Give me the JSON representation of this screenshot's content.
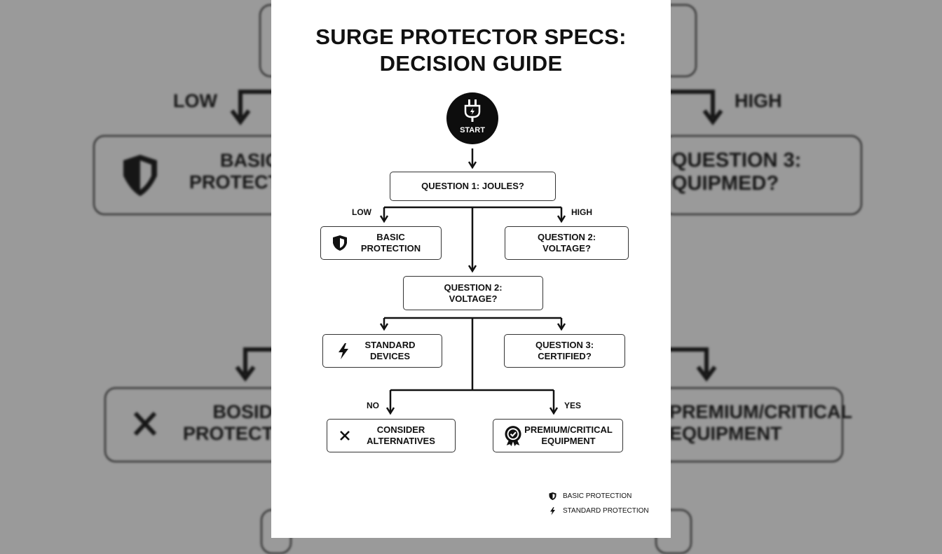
{
  "title": {
    "line1": "SURGE PROTECTOR SPECS:",
    "line2": "DECISION GUIDE"
  },
  "start": {
    "label": "START",
    "icon": "plug-icon"
  },
  "q1": {
    "label": "QUESTION 1: JOULES?",
    "branch_left": "LOW",
    "branch_right": "HIGH"
  },
  "basic": {
    "label": "BASIC\nPROTECTION",
    "icon": "shield-icon"
  },
  "q2_right": {
    "label": "QUESTION 2:\nVOLTAGE?"
  },
  "q2_center": {
    "label": "QUESTION 2:\nVOLTAGE?"
  },
  "standard": {
    "label": "STANDARD\nDEVICES",
    "icon": "lightning-icon"
  },
  "q3": {
    "label": "QUESTION 3:\nCERTIFIED?",
    "branch_left": "NO",
    "branch_right": "YES"
  },
  "consider": {
    "label": "CONSIDER\nALTERNATIVES",
    "icon": "close-icon"
  },
  "premium": {
    "label": "PREMIUM/CRITICAL\nEQUIPMENT",
    "icon": "badge-check-icon"
  },
  "legend": [
    {
      "icon": "shield-icon",
      "label": "BASIC PROTECTION"
    },
    {
      "icon": "lightning-icon",
      "label": "STANDARD PROTECTION"
    }
  ],
  "background": {
    "low": "LOW",
    "high": "HIGH",
    "basic_protect": "BASIC\nPROTECT",
    "question3": "QUESTION 3:\nQUIPMED?",
    "bosid_protect": "BOSID\nPROTECTI",
    "premium_critical": "PREMIUM/CRITICAL\nEQUIPMENT"
  },
  "colors": {
    "ink": "#111111",
    "card": "#ffffff",
    "backdrop": "#9a9a9a"
  }
}
